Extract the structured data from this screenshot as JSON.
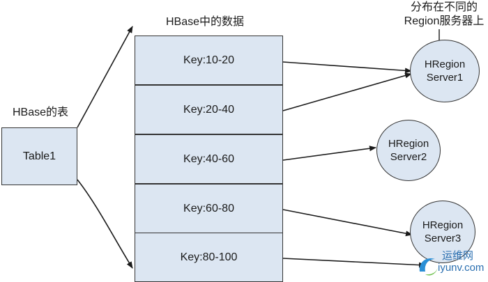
{
  "table_caption": "HBase的表",
  "table": {
    "label": "Table1"
  },
  "data_caption": "HBase中的数据",
  "regions": [
    {
      "label": "Key:10-20",
      "server": 0
    },
    {
      "label": "Key:20-40",
      "server": 0
    },
    {
      "label": "Key:40-60",
      "server": 1
    },
    {
      "label": "Key:60-80",
      "server": 2
    },
    {
      "label": "Key:80-100",
      "server": 2
    }
  ],
  "servers": [
    {
      "line1": "HRegion",
      "line2": "Server1"
    },
    {
      "line1": "HRegion",
      "line2": "Server2"
    },
    {
      "line1": "HRegion",
      "line2": "Server3"
    }
  ],
  "note": {
    "line1": "分布在不同的",
    "line2": "Region服务器上"
  },
  "watermark": {
    "text": "运维网",
    "url": "iyunv.com"
  },
  "colors": {
    "box_fill": "#dce6f2",
    "stroke": "#1a1a1a"
  }
}
